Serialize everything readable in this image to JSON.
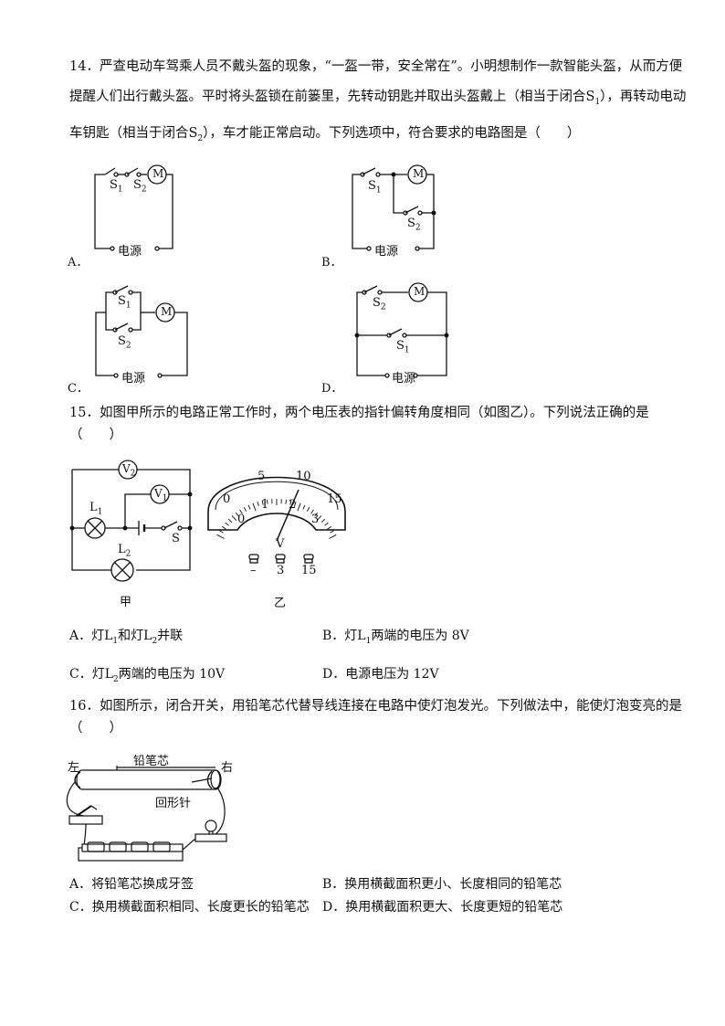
{
  "q14": {
    "line1": "14．严查电动车驾乘人员不戴头盔的现象，“一盔一带，安全常在”。小明想制作一款智能头盔，从而方便",
    "line2": "提醒人们出行戴头盔。平时将头盔锁在前篓里，先转动钥匙并取出头盔戴上（相当于闭合S",
    "line2_sub": "1",
    "line2_end": "），再转动电动",
    "line3": "车钥匙（相当于闭合S",
    "line3_sub": "2",
    "line3_end": "），车才能正常启动。下列选项中，符合要求的电路图是（　　）",
    "options": [
      "A．",
      "B．",
      "C．",
      "D．"
    ],
    "labels": {
      "s1": "S",
      "s2": "S",
      "sub1": "1",
      "sub2": "2",
      "motor": "M",
      "source": "电源"
    }
  },
  "q15": {
    "line1": "15．如图甲所示的电路正常工作时，两个电压表的指针偏转角度相同（如图乙）。下列说法正确的是",
    "line2": "（　　）",
    "fig_jia": "甲",
    "fig_yi": "乙",
    "circuit": {
      "v2": "V",
      "v2_sub": "2",
      "v1": "V",
      "v1_sub": "1",
      "l1": "L",
      "l1_sub": "1",
      "l2": "L",
      "l2_sub": "2",
      "s": "S"
    },
    "meter": {
      "outer_ticks": [
        "0",
        "5",
        "10",
        "15"
      ],
      "inner_ticks": [
        "0",
        "1",
        "2",
        "3"
      ],
      "unit": "V",
      "terminals": [
        "–",
        "3",
        "15"
      ]
    },
    "optA": "A．灯L",
    "optA_sub1": "1",
    "optA_mid": "和灯L",
    "optA_sub2": "2",
    "optA_end": "并联",
    "optB": "B．灯L",
    "optB_sub": "1",
    "optB_end": "两端的电压为 8V",
    "optC": "C．灯L",
    "optC_sub": "2",
    "optC_end": "两端的电压为 10V",
    "optD": "D．电源电压为 12V"
  },
  "q16": {
    "line1": "16．如图所示，闭合开关，用铅笔芯代替导线连接在电路中使灯泡发光。下列做法中，能使灯泡变亮的是",
    "line2": "（　　）",
    "fig": {
      "left": "左",
      "right": "右",
      "pencil": "铅笔芯",
      "clip": "回形针"
    },
    "optA": "A．将铅笔芯换成牙签",
    "optB": "B．换用横截面积更小、长度相同的铅笔芯",
    "optC": "C．换用横截面积相同、长度更长的铅笔芯",
    "optD": "D．换用横截面积更大、长度更短的铅笔芯"
  }
}
